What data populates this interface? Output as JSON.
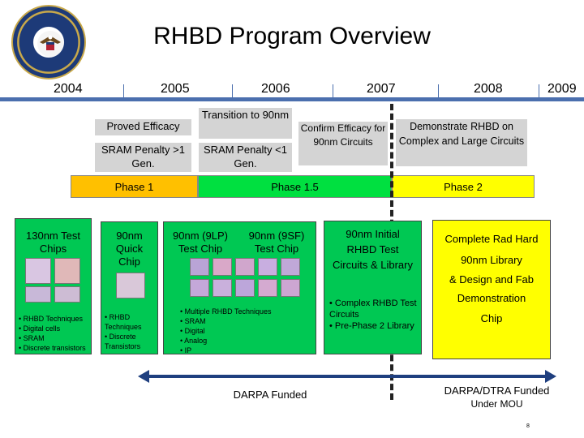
{
  "title": "RHBD Program Overview",
  "years": [
    "2004",
    "2005",
    "2006",
    "2007",
    "2008",
    "2009"
  ],
  "milestones": {
    "proved_efficacy": "Proved Efficacy",
    "sram_penalty_1": "SRAM Penalty >1 Gen.",
    "transition": "Transition to 90nm",
    "sram_penalty_2": "SRAM Penalty <1 Gen.",
    "confirm": "Confirm Efficacy for 90nm Circuits",
    "demonstrate": "Demonstrate RHBD on Complex and Large Circuits"
  },
  "phases": {
    "phase1": "Phase 1",
    "phase15": "Phase 1.5",
    "phase2": "Phase 2"
  },
  "boxes": {
    "b130": {
      "title": "130nm Test Chips",
      "bullets": [
        "• RHBD Techniques",
        "• Digital cells",
        "• SRAM",
        "• Discrete transistors"
      ]
    },
    "quick": {
      "title": "90nm Quick Chip",
      "bullets": [
        "• RHBD Techniques",
        "• Discrete Transistors"
      ]
    },
    "ninelp": {
      "title1": "90nm (9LP) Test Chip",
      "title2": "90nm (9SF) Test Chip",
      "bullets": [
        "• Multiple RHBD Techniques",
        "• SRAM",
        "• Digital",
        "• Analog",
        "• IP"
      ]
    },
    "initial": {
      "title": "90nm Initial RHBD Test Circuits & Library",
      "bullets": [
        "• Complex RHBD Test Circuits",
        "• Pre-Phase 2 Library"
      ]
    },
    "complete": {
      "line1": "Complete Rad Hard",
      "line2": "90nm Library",
      "line3": "& Design and Fab",
      "line4": "Demonstration",
      "line5": "Chip"
    }
  },
  "funding": {
    "darpa": "DARPA Funded",
    "darpa_dtra_1": "DARPA/DTRA Funded",
    "darpa_dtra_2": "Under MOU"
  },
  "page_number": "8",
  "colors": {
    "timeline": "#4b6fae",
    "green": "#00c853",
    "yellow": "#ffff00",
    "gray": "#d4d4d4",
    "arrow": "#1f3f7f"
  }
}
